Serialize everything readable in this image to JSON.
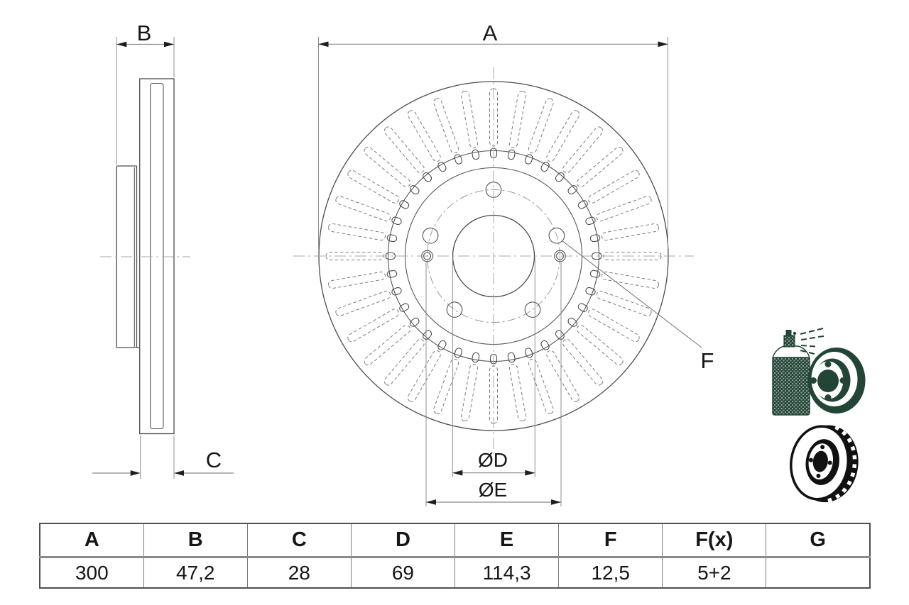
{
  "drawing": {
    "dimension_labels": {
      "a": "A",
      "b": "B",
      "c": "C",
      "f": "F",
      "dia_d": "ØD",
      "dia_e": "ØE"
    }
  },
  "icons": {
    "coated_disc": {
      "name": "spray-coated-disc-icon",
      "color": "#234536"
    },
    "vented_disc": {
      "name": "vented-disc-icon",
      "color": "#111111"
    }
  },
  "table": {
    "headers": [
      "A",
      "B",
      "C",
      "D",
      "E",
      "F",
      "F(x)",
      "G"
    ],
    "values": [
      "300",
      "47,2",
      "28",
      "69",
      "114,3",
      "12,5",
      "5+2",
      ""
    ]
  }
}
